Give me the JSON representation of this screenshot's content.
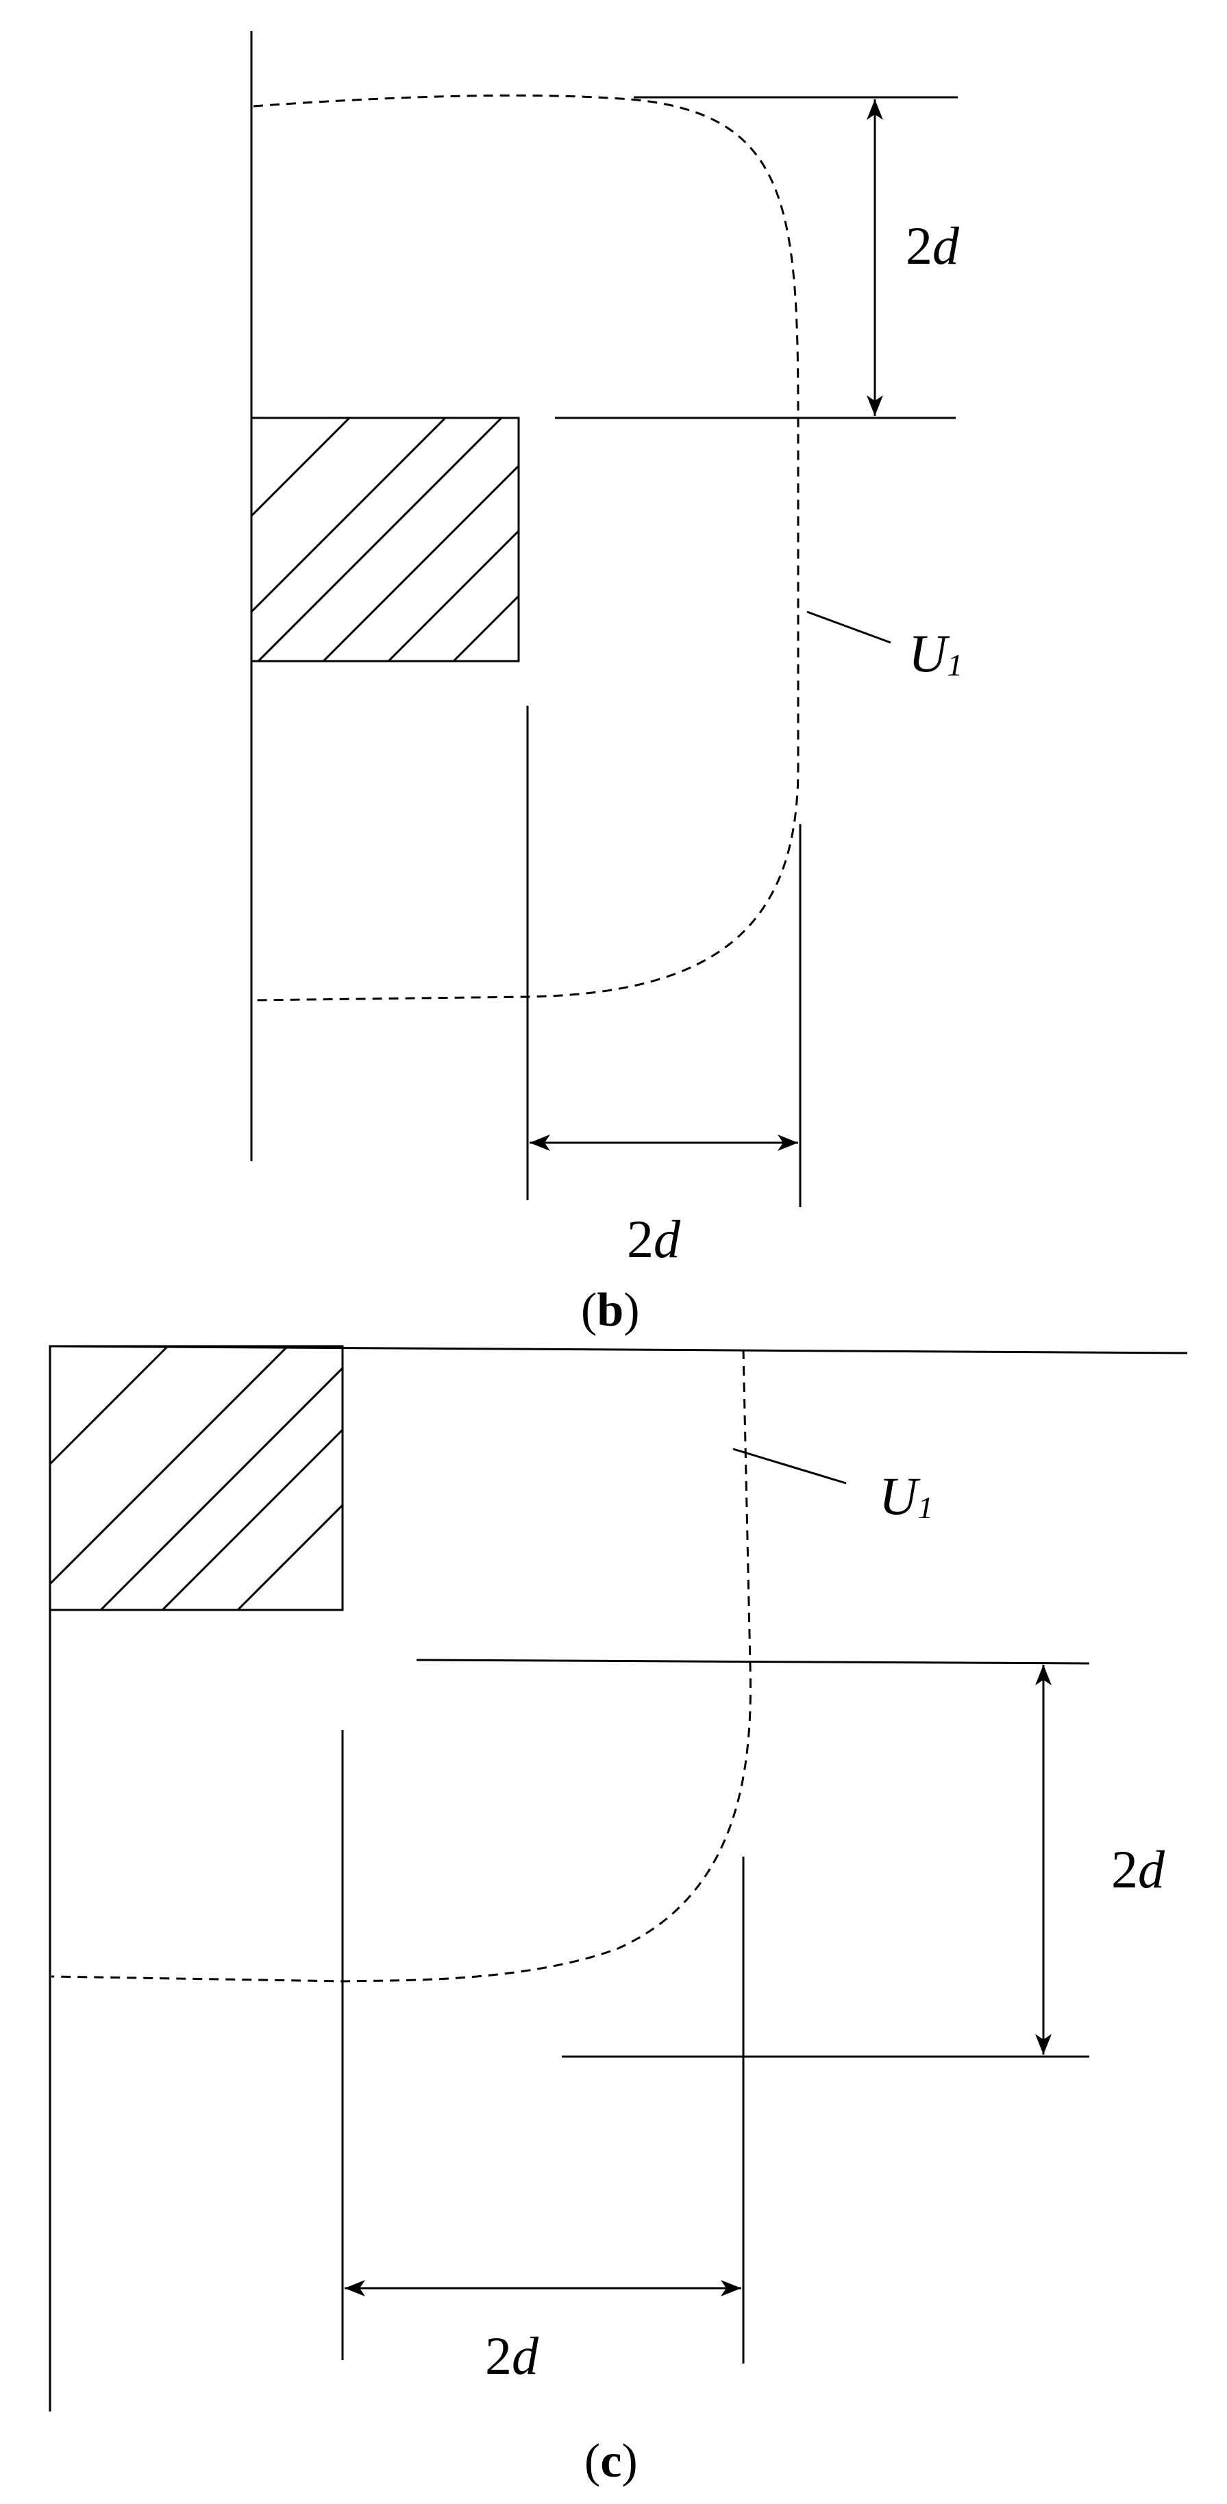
{
  "panel_b": {
    "caption_open": "(",
    "caption_letter": "b",
    "caption_close": ")",
    "dim_top": {
      "num": "2",
      "var": "d"
    },
    "dim_bottom": {
      "num": "2",
      "var": "d"
    },
    "curve_label": {
      "main": "U",
      "sub": "1"
    }
  },
  "panel_c": {
    "caption_open": "(",
    "caption_letter": "c",
    "caption_close": ")",
    "dim_right": {
      "num": "2",
      "var": "d"
    },
    "dim_bottom": {
      "num": "2",
      "var": "d"
    },
    "curve_label": {
      "main": "U",
      "sub": "1"
    }
  },
  "colors": {
    "ink": "#000000",
    "background": "#ffffff"
  }
}
